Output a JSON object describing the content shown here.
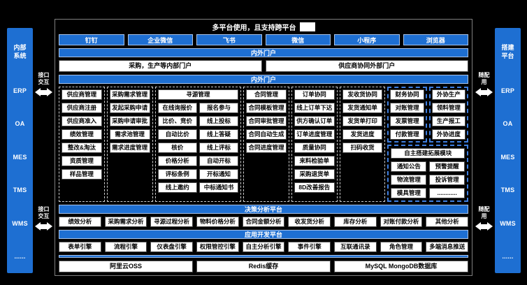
{
  "colors": {
    "blue": "#1e6fd2",
    "highlight_dash": "#3f7fe0",
    "background": "#000000"
  },
  "title": {
    "text": "多平台使用，且支持跨平台"
  },
  "left_rail": {
    "header": "内部\n系统",
    "items": [
      "ERP",
      "OA",
      "MES",
      "TMS",
      "WMS",
      "......"
    ]
  },
  "right_rail": {
    "header": "搭建\n平台",
    "items": [
      "ERP",
      "OA",
      "MES",
      "TMS",
      "WMS",
      "......"
    ]
  },
  "connectors": {
    "left_label": "接口\n交互",
    "right_label": "随配\n用"
  },
  "clients": [
    "钉钉",
    "企业微信",
    "飞书",
    "微信",
    "小程序",
    "浏览器"
  ],
  "bands": {
    "portal": "内外门户",
    "portal2": "内外门户",
    "analysis": "决策分析平台",
    "dev": "应用开发平台",
    "infra": ""
  },
  "portals": [
    "采购，生产等内部门户",
    "供应商协同外部门户"
  ],
  "groups": {
    "supplier": {
      "title": "供应商管理",
      "items": [
        "供应商注册",
        "供应商准入",
        "绩效管理",
        "整改&淘汰",
        "资质管理",
        "样品管理"
      ]
    },
    "demand": {
      "title": "采购需求管理",
      "items": [
        "发起采购申请",
        "采购申请审批",
        "需求池管理",
        "需求进度管理"
      ]
    },
    "sourcing": {
      "title": "寻源管理",
      "col1": [
        "在线询报价",
        "比价、竞价",
        "自动比价",
        "核价",
        "价格分析",
        "评标条例",
        "线上邀约"
      ],
      "col2": [
        "报名参与",
        "线上投标",
        "线上答疑",
        "线上评标",
        "自动开标",
        "开标通知",
        "中标通知书"
      ]
    },
    "contract": {
      "title": "合同管理",
      "items": [
        "合同模板管理",
        "合同审批管理",
        "合同自动生成",
        "合同进度管理"
      ]
    },
    "order": {
      "title": "订单协同",
      "items": [
        "线上订单下达",
        "供方确认订单",
        "订单进度管理",
        "质量协同",
        "来料检验单",
        "采购退货单",
        "8D改善报告"
      ]
    },
    "shipping": {
      "title": "发收货协同",
      "items": [
        "发货通知单",
        "发货单打印",
        "发货进度",
        "扫码收货"
      ]
    },
    "finance": {
      "title": "财务协同",
      "items": [
        "对账管理",
        "发票管理",
        "付款管理"
      ]
    },
    "outsource": {
      "title": "外协生产",
      "items": [
        "领料管理",
        "生产报工",
        "外协进度"
      ]
    },
    "extension": {
      "title": "自主搭建拓展模块",
      "items": [
        "通知公告",
        "预警提醒",
        "物流管理",
        "投诉管理",
        "模具管理",
        "............"
      ]
    }
  },
  "analysis_items": [
    "绩效分析",
    "采购需求分析",
    "寻源过程分析",
    "物料价格分析",
    "合同金额分析",
    "收发货分析",
    "库存分析",
    "对账付款分析",
    "其他分析"
  ],
  "dev_items": [
    "表单引擎",
    "流程引擎",
    "仪表盘引擎",
    "权限管控引擎",
    "自主分析引擎",
    "事件引擎",
    "互联通讯录",
    "角色管理",
    "多端消息推送"
  ],
  "infra_items": [
    "阿里云OSS",
    "Redis缓存",
    "MySQL MongoDB数据库"
  ]
}
